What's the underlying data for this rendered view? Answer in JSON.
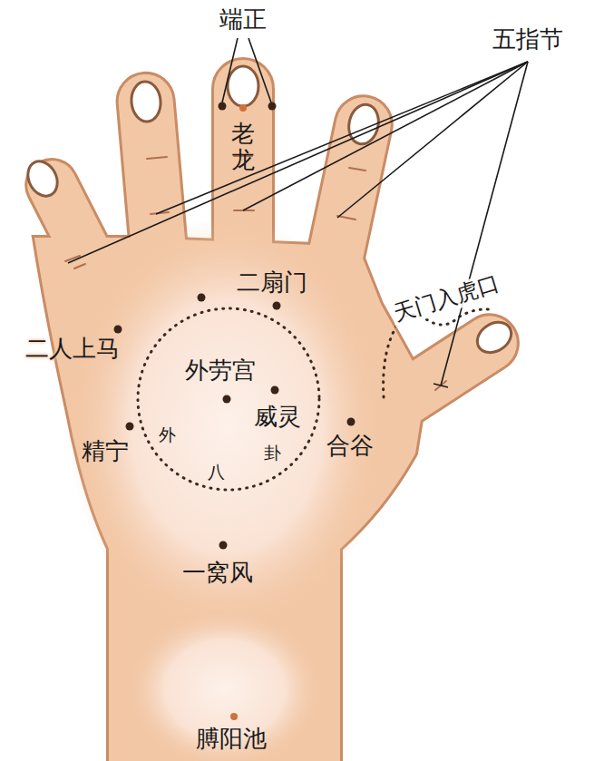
{
  "diagram": {
    "labels": [
      "端正",
      "五指节",
      "老龙",
      "二扇门",
      "天门入虎口",
      "二人上马",
      "外劳宫",
      "威灵",
      "合谷",
      "精宁",
      "外",
      "八",
      "卦",
      "一窝风",
      "膊阳池"
    ]
  }
}
